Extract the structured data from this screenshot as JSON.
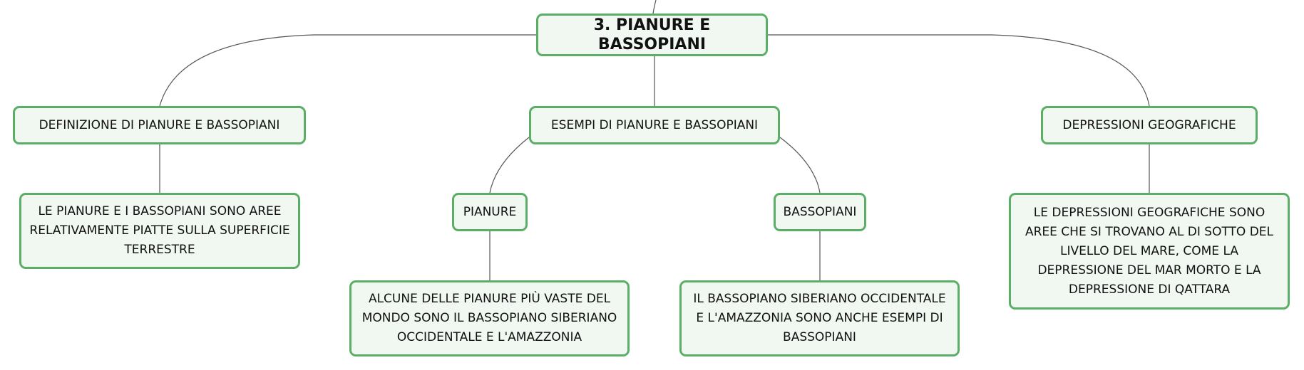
{
  "root": {
    "label": "3. PIANURE E BASSOPIANI"
  },
  "branches": {
    "definizione": {
      "label": "DEFINIZIONE DI PIANURE E BASSOPIANI",
      "text": "LE PIANURE E I BASSOPIANI SONO AREE RELATIVAMENTE PIATTE SULLA SUPERFICIE TERRESTRE"
    },
    "esempi": {
      "label": "ESEMPI DI PIANURE E BASSOPIANI",
      "pianure": {
        "label": "PIANURE",
        "text": "ALCUNE DELLE PIANURE PIÙ VASTE DEL MONDO SONO IL BASSOPIANO SIBERIANO OCCIDENTALE E L'AMAZZONIA"
      },
      "bassopiani": {
        "label": "BASSOPIANI",
        "text": "IL BASSOPIANO SIBERIANO OCCIDENTALE E L'AMAZZONIA SONO ANCHE ESEMPI DI BASSOPIANI"
      }
    },
    "depressioni": {
      "label": "DEPRESSIONI GEOGRAFICHE",
      "text": "LE DEPRESSIONI GEOGRAFICHE SONO AREE CHE SI TROVANO AL DI SOTTO DEL LIVELLO DEL MARE, COME LA DEPRESSIONE DEL MAR MORTO E LA DEPRESSIONE DI QATTARA"
    }
  },
  "colors": {
    "node_border": "#5aae66",
    "node_fill": "#f1f8f2",
    "connector": "#555555"
  }
}
